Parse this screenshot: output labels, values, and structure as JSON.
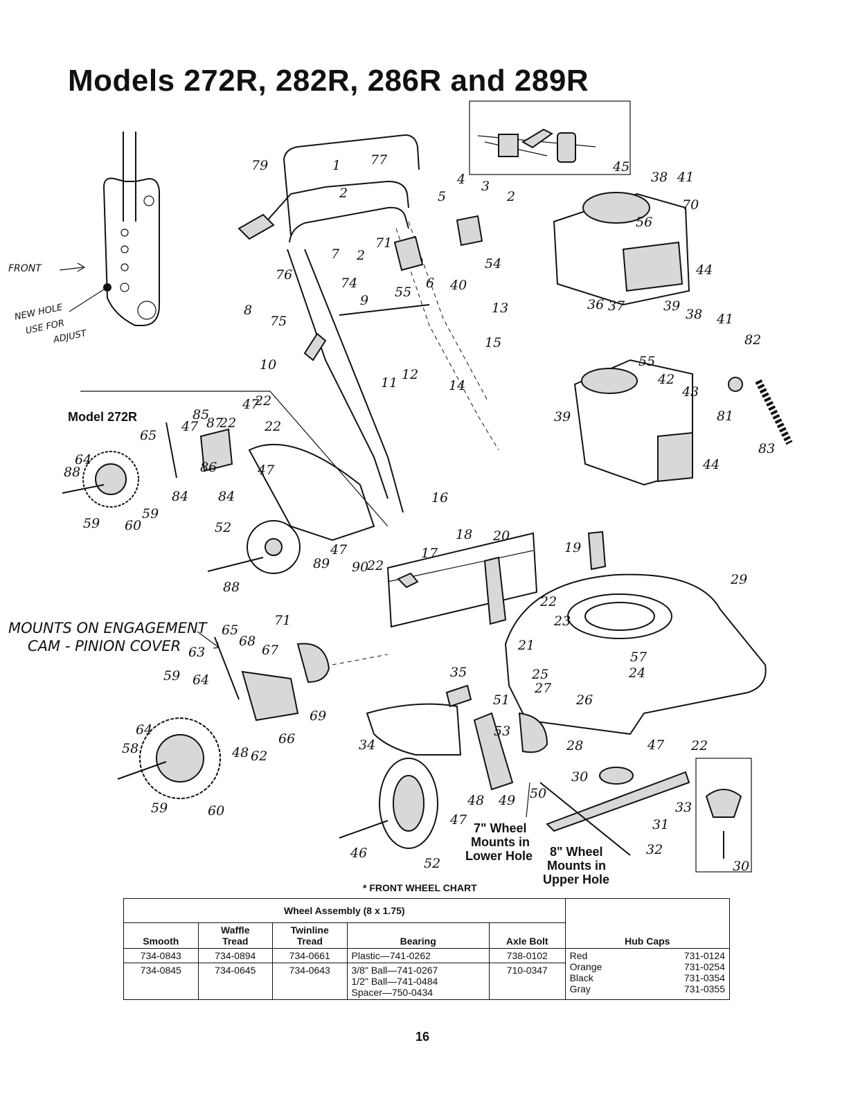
{
  "page": {
    "title": "Models 272R, 282R, 286R and 289R",
    "page_number": "16"
  },
  "handwritten": {
    "front": "FRONT",
    "new_hole": "NEW HOLE",
    "use_for": "USE FOR",
    "adjust": "ADJUST",
    "mounts_line1": "MOUNTS ON ENGAGEMENT",
    "mounts_line2": "CAM - PINION COVER"
  },
  "sub_diagram": {
    "label": "Model 272R",
    "callouts": [
      "65",
      "47",
      "85",
      "87",
      "22",
      "47",
      "22",
      "22",
      "64",
      "88",
      "59",
      "60",
      "59",
      "84",
      "86",
      "84",
      "47",
      "52",
      "89",
      "47",
      "90",
      "22",
      "88"
    ]
  },
  "main_callouts": [
    "79",
    "1",
    "77",
    "2",
    "4",
    "3",
    "5",
    "2",
    "71",
    "7",
    "2",
    "54",
    "76",
    "55",
    "6",
    "40",
    "74",
    "9",
    "13",
    "8",
    "75",
    "15",
    "10",
    "11",
    "12",
    "14",
    "16",
    "17",
    "18",
    "20",
    "19",
    "29",
    "45",
    "38",
    "41",
    "70",
    "56",
    "44",
    "39",
    "36",
    "37",
    "38",
    "41",
    "82",
    "55",
    "42",
    "43",
    "81",
    "39",
    "83",
    "44",
    "22",
    "23",
    "21",
    "57",
    "24",
    "25",
    "27",
    "26",
    "28",
    "65",
    "68",
    "67",
    "71",
    "59",
    "64",
    "63",
    "66",
    "69",
    "35",
    "51",
    "53",
    "34",
    "58",
    "64",
    "48",
    "62",
    "59",
    "60",
    "48",
    "49",
    "50",
    "47",
    "22",
    "30",
    "33",
    "31",
    "32",
    "30",
    "46",
    "52",
    "47"
  ],
  "notes": {
    "wheel7": [
      "7\" Wheel",
      "Mounts in",
      "Lower Hole"
    ],
    "wheel8": [
      "8\" Wheel",
      "Mounts in",
      "Upper Hole"
    ]
  },
  "chart_caption": "* FRONT WHEEL CHART",
  "wheel_table": {
    "group_header": "Wheel Assembly (8 x 1.75)",
    "headers": {
      "smooth": "Smooth",
      "waffle_1": "Waffle",
      "waffle_2": "Tread",
      "twin_1": "Twinline",
      "twin_2": "Tread",
      "bearing": "Bearing",
      "axle": "Axle Bolt",
      "hub": "Hub Caps"
    },
    "rows": [
      {
        "smooth": "734-0843",
        "waffle": "734-0894",
        "twinline": "734-0661",
        "bearing": [
          "Plastic—741-0262"
        ],
        "axle": "738-0102"
      },
      {
        "smooth": "734-0845",
        "waffle": "734-0645",
        "twinline": "734-0643",
        "bearing": [
          "3/8\" Ball—741-0267",
          "1/2\" Ball—741-0484",
          "Spacer—750-0434"
        ],
        "axle": "710-0347"
      }
    ],
    "hub_caps": [
      {
        "color": "Red",
        "part": "731-0124"
      },
      {
        "color": "Orange",
        "part": "731-0254"
      },
      {
        "color": "Black",
        "part": "731-0354"
      },
      {
        "color": "Gray",
        "part": "731-0355"
      }
    ]
  }
}
